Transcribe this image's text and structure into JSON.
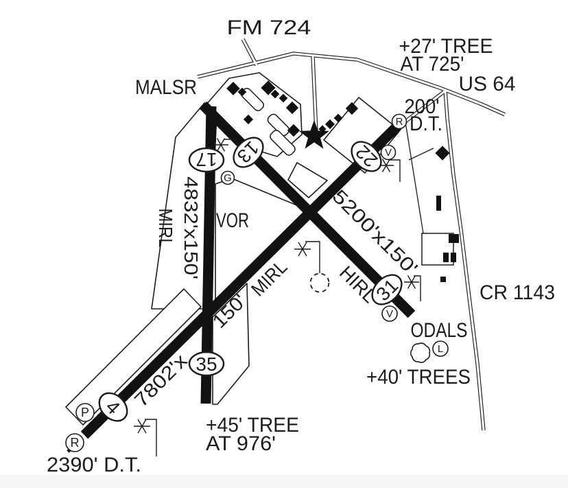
{
  "colors": {
    "ink": "#1c1c1c",
    "paper": "#ffffff",
    "footer_bar": "#f6f6f6"
  },
  "roads": {
    "fm724": "FM 724",
    "us64": "US 64",
    "cr1143": "CR 1143"
  },
  "obstructions": {
    "tree27_line1": "+27' TREE",
    "tree27_line2": "AT 725'",
    "trees40": "+40' TREES",
    "tree45_line1": "+45' TREE",
    "tree45_line2": "AT 976'"
  },
  "lighting": {
    "malsr": "MALSR",
    "odals": "ODALS"
  },
  "navaids": {
    "vor": "VOR"
  },
  "thresholds": {
    "dt22_value": "200'",
    "dt22_suffix": "D.T.",
    "dt4": "2390' D.T."
  },
  "runways": {
    "rwy_17_35": {
      "dimension": "4832'x150'",
      "edge_lights": "MIRL",
      "end_17": "17",
      "end_35": "35"
    },
    "rwy_13_31": {
      "dimension": "5200'x150'",
      "edge_lights": "HIRL",
      "end_13": "13",
      "end_31": "31"
    },
    "rwy_04_22": {
      "dimension_part1": "7802'x",
      "dimension_part2": "150'",
      "edge_lights": "MIRL",
      "end_4": "4",
      "end_22": "22"
    }
  },
  "circled_codes": {
    "g": "G",
    "v_22": "V",
    "v_31": "V",
    "l": "L",
    "p": "P",
    "r_4": "R",
    "r_22": "R"
  },
  "icons": {
    "beacon": "airport-beacon-star",
    "segmented_circle": "dashed-circle",
    "wind_indicator": "lighted-wind-symbol",
    "tree_symbol": "tree-cloud",
    "approach_light_symbol": "asterisk-flag"
  }
}
